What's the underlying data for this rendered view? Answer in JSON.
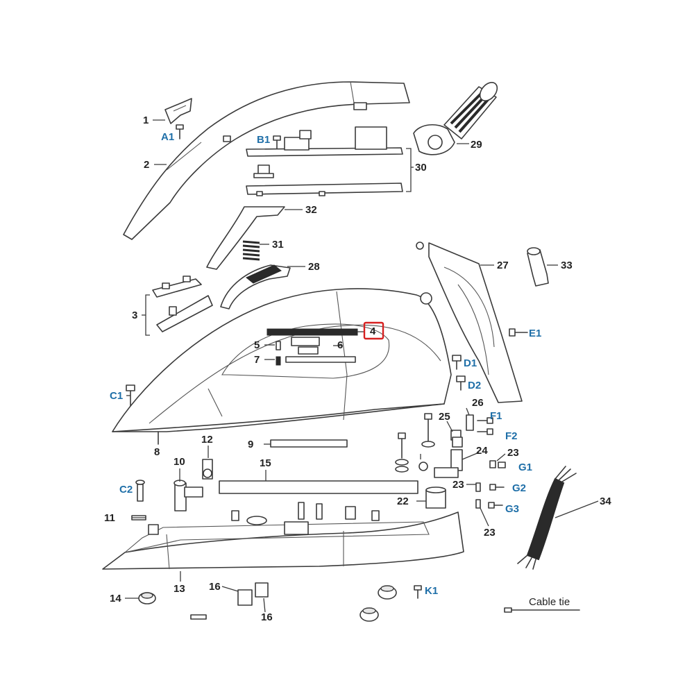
{
  "labels": {
    "p1": "1",
    "a1": "A1",
    "p2": "2",
    "b1": "B1",
    "p29": "29",
    "p30": "30",
    "p32": "32",
    "p31": "31",
    "p28": "28",
    "p27": "27",
    "p33": "33",
    "p3": "3",
    "p4": "4",
    "p5": "5",
    "p6": "6",
    "p7": "7",
    "e1": "E1",
    "d1": "D1",
    "d2": "D2",
    "c1": "C1",
    "p26": "26",
    "p25": "25",
    "f1": "F1",
    "f2": "F2",
    "p8": "8",
    "p12": "12",
    "p9": "9",
    "p24": "24",
    "p23a": "23",
    "g1": "G1",
    "p10": "10",
    "p15": "15",
    "p23b": "23",
    "g2": "G2",
    "c2": "C2",
    "p22": "22",
    "p34": "34",
    "g3": "G3",
    "p11": "11",
    "p23c": "23",
    "p13": "13",
    "p14": "14",
    "p16a": "16",
    "p16b": "16",
    "k1": "K1",
    "cable_tie": "Cable tie"
  },
  "highlight": {
    "part": "4",
    "color": "#d62020"
  },
  "colors": {
    "label_black": "#222222",
    "label_blue": "#1f6fa8",
    "line": "#3a3a3a"
  }
}
